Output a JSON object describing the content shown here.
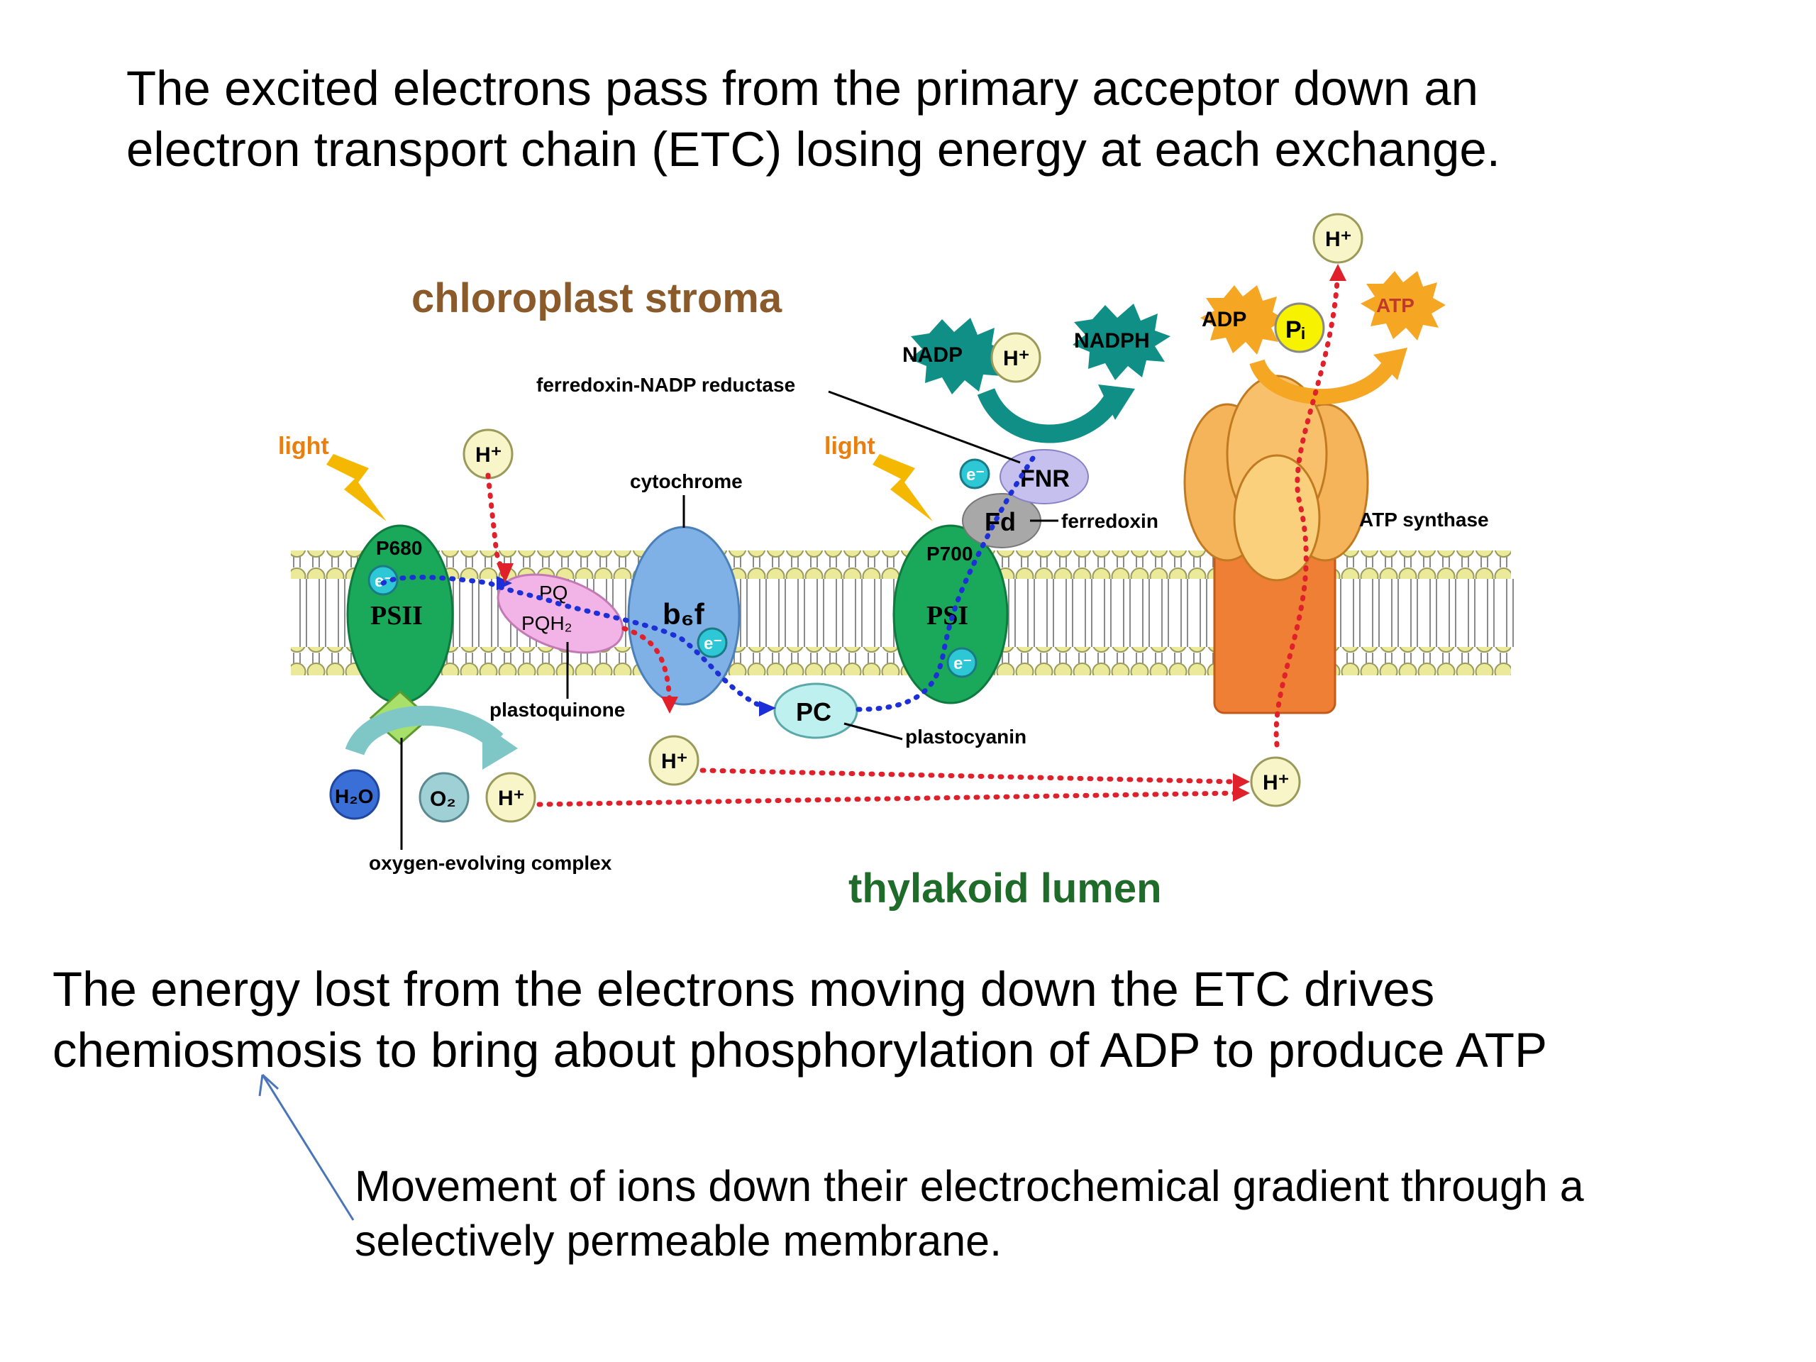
{
  "intro": {
    "line1": "The excited electrons pass from the primary acceptor down an",
    "line2": "electron transport chain (ETC) losing energy at each exchange."
  },
  "diagram": {
    "stroma_label": "chloroplast stroma",
    "lumen_label": "thylakoid lumen",
    "light_label": "light",
    "h_ion": "H⁺",
    "electron": "e⁻",
    "p680": "P680",
    "psii": "PSII",
    "pq": "PQ",
    "pqh2": "PQH₂",
    "plastoquinone": "plastoquinone",
    "cytochrome": "cytochrome",
    "b6f": "b₆f",
    "pc": "PC",
    "plastocyanin": "plastocyanin",
    "p700": "P700",
    "psi": "PSI",
    "fd": "Fd",
    "ferredoxin": "ferredoxin",
    "fnr": "FNR",
    "fnr_label": "ferredoxin-NADP reductase",
    "nadp": "NADP",
    "nadph": "NADPH",
    "adp": "ADP",
    "pi": "Pᵢ",
    "atp": "ATP",
    "atp_synthase": "ATP synthase",
    "h2o": "H₂O",
    "o2": "O₂",
    "oec": "oxygen-evolving complex",
    "colors": {
      "stroma": "#8a5a2b",
      "lumen": "#1f6b2a",
      "photosystem": "#1aa85a",
      "cytochrome": "#7fb1e6",
      "pq": "#f2b3e6",
      "pc": "#bff0f0",
      "fnr": "#c6c0ee",
      "fd": "#a8a8a8",
      "nadp": "#0f8f86",
      "atp_burst": "#f5a623",
      "synthase_head": "#f5b45a",
      "synthase_stalk": "#f07f36",
      "lipid_head": "#eaea9a",
      "electron_path": "#1d2fd6",
      "proton_path": "#e0202a",
      "light": "#f5b800"
    }
  },
  "energy": {
    "line1": "The energy lost from the electrons moving down the ETC drives",
    "line2": "chemiosmosis to bring about phosphorylation of ADP to produce ATP"
  },
  "definition": {
    "line1": "Movement of ions down their electrochemical gradient through a",
    "line2": "selectively permeable membrane."
  }
}
